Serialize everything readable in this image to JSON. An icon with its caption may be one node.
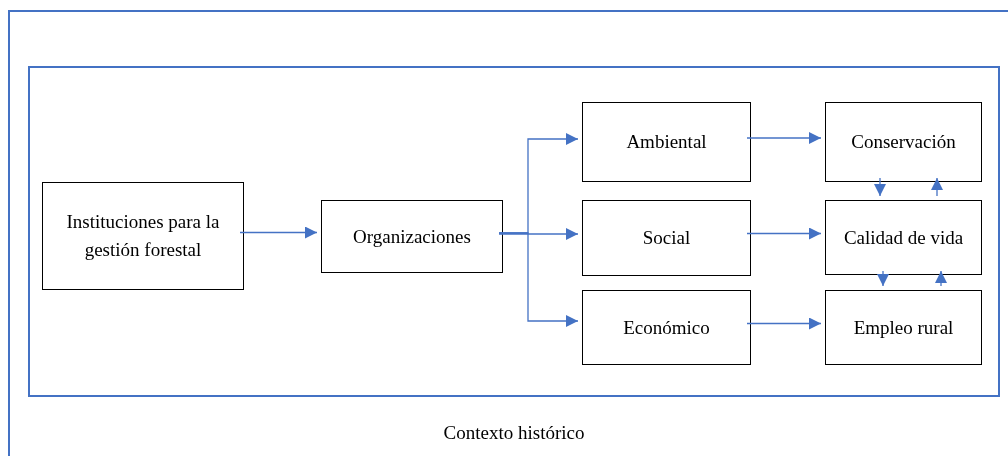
{
  "diagram": {
    "nodes": [
      {
        "text": [
          "Contexto histórico"
        ]
      },
      {
        "text": [],
        "shape": "box",
        "in": 0
      },
      {
        "text": [
          "Instituciones para la gestión forestal"
        ],
        "in": 1
      },
      {
        "text": [
          "Organizaciones"
        ],
        "in": 1
      },
      {
        "text": [
          "Ambiental"
        ],
        "in": 1
      },
      {
        "text": [
          "Social"
        ],
        "in": 1
      },
      {
        "text": [
          "Económico"
        ],
        "in": 1
      },
      {
        "text": [
          "Conservación"
        ],
        "in": 1
      },
      {
        "text": [
          "Calidad de vida"
        ],
        "in": 1
      },
      {
        "text": [
          "Empleo rural"
        ],
        "in": 1
      }
    ],
    "edges": [
      {
        "from": 2,
        "to": 3,
        "arrow": "to"
      },
      {
        "from": 3,
        "to": 4,
        "arrow": "to"
      },
      {
        "from": 3,
        "to": 5,
        "arrow": "to"
      },
      {
        "from": 3,
        "to": 6,
        "arrow": "to"
      },
      {
        "from": 4,
        "to": 7,
        "arrow": "to"
      },
      {
        "from": 5,
        "to": 8,
        "arrow": "to"
      },
      {
        "from": 6,
        "to": 9,
        "arrow": "to"
      },
      {
        "from": 7,
        "to": 8,
        "arrow": "to"
      },
      {
        "from": 8,
        "to": 7,
        "arrow": "to"
      },
      {
        "from": 8,
        "to": 9,
        "arrow": "to"
      },
      {
        "from": 9,
        "to": 8,
        "arrow": "to"
      }
    ]
  }
}
